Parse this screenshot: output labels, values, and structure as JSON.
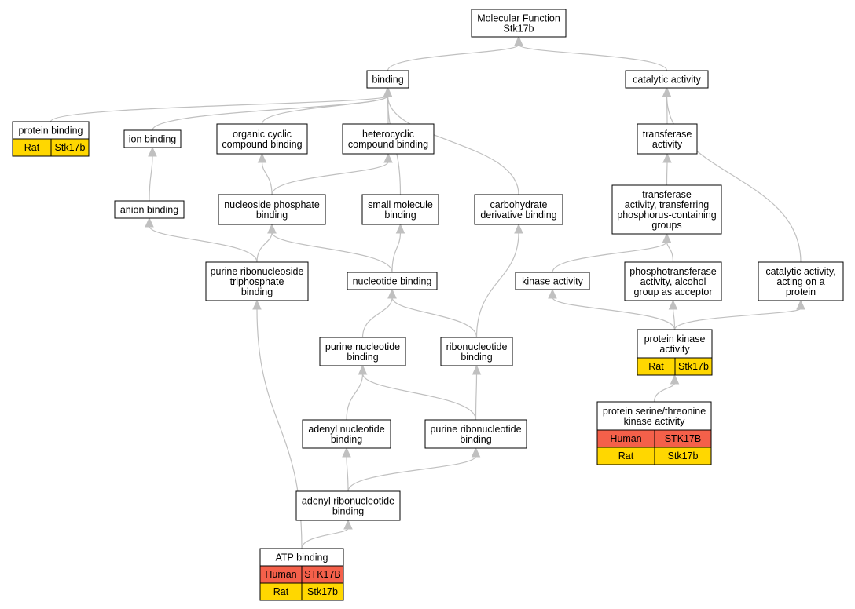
{
  "diagram": {
    "colors": {
      "edge": "#c0c0c0",
      "node_border": "#000000",
      "node_fill": "#ffffff",
      "human_fill": "#f4604a",
      "rat_fill": "#ffd700"
    },
    "nodes": [
      {
        "id": "molecular_function",
        "lines": [
          "Molecular Function",
          "Stk17b"
        ]
      },
      {
        "id": "binding",
        "lines": [
          "binding"
        ]
      },
      {
        "id": "catalytic_activity",
        "lines": [
          "catalytic activity"
        ]
      },
      {
        "id": "protein_binding",
        "lines": [
          "protein binding"
        ],
        "annotations": [
          {
            "species": "Rat",
            "gene": "Stk17b"
          }
        ]
      },
      {
        "id": "ion_binding",
        "lines": [
          "ion binding"
        ]
      },
      {
        "id": "organic_cyclic_compound_binding",
        "lines": [
          "organic cyclic",
          "compound binding"
        ]
      },
      {
        "id": "heterocyclic_compound_binding",
        "lines": [
          "heterocyclic",
          "compound binding"
        ]
      },
      {
        "id": "transferase_activity",
        "lines": [
          "transferase",
          "activity"
        ]
      },
      {
        "id": "anion_binding",
        "lines": [
          "anion binding"
        ]
      },
      {
        "id": "nucleoside_phosphate_binding",
        "lines": [
          "nucleoside phosphate",
          "binding"
        ]
      },
      {
        "id": "small_molecule_binding",
        "lines": [
          "small molecule",
          "binding"
        ]
      },
      {
        "id": "carbohydrate_derivative_binding",
        "lines": [
          "carbohydrate",
          "derivative binding"
        ]
      },
      {
        "id": "transferase_phosphorus",
        "lines": [
          "transferase",
          "activity, transferring",
          "phosphorus-containing",
          "groups"
        ]
      },
      {
        "id": "purine_ribonucleoside_triphosphate_binding",
        "lines": [
          "purine ribonucleoside",
          "triphosphate",
          "binding"
        ]
      },
      {
        "id": "nucleotide_binding",
        "lines": [
          "nucleotide binding"
        ]
      },
      {
        "id": "kinase_activity",
        "lines": [
          "kinase activity"
        ]
      },
      {
        "id": "phosphotransferase_alcohol",
        "lines": [
          "phosphotransferase",
          "activity, alcohol",
          "group as acceptor"
        ]
      },
      {
        "id": "catalytic_activity_protein",
        "lines": [
          "catalytic activity,",
          "acting on a",
          "protein"
        ]
      },
      {
        "id": "purine_nucleotide_binding",
        "lines": [
          "purine nucleotide",
          "binding"
        ]
      },
      {
        "id": "ribonucleotide_binding",
        "lines": [
          "ribonucleotide",
          "binding"
        ]
      },
      {
        "id": "protein_kinase_activity",
        "lines": [
          "protein kinase",
          "activity"
        ],
        "annotations": [
          {
            "species": "Rat",
            "gene": "Stk17b"
          }
        ]
      },
      {
        "id": "adenyl_nucleotide_binding",
        "lines": [
          "adenyl nucleotide",
          "binding"
        ]
      },
      {
        "id": "purine_ribonucleotide_binding",
        "lines": [
          "purine ribonucleotide",
          "binding"
        ]
      },
      {
        "id": "protein_serine_threonine_kinase_activity",
        "lines": [
          "protein serine/threonine",
          "kinase activity"
        ],
        "annotations": [
          {
            "species": "Human",
            "gene": "STK17B"
          },
          {
            "species": "Rat",
            "gene": "Stk17b"
          }
        ]
      },
      {
        "id": "adenyl_ribonucleotide_binding",
        "lines": [
          "adenyl ribonucleotide",
          "binding"
        ]
      },
      {
        "id": "atp_binding",
        "lines": [
          "ATP binding"
        ],
        "annotations": [
          {
            "species": "Human",
            "gene": "STK17B"
          },
          {
            "species": "Rat",
            "gene": "Stk17b"
          }
        ]
      }
    ],
    "edges": [
      {
        "from": "binding",
        "to": "molecular_function"
      },
      {
        "from": "catalytic_activity",
        "to": "molecular_function"
      },
      {
        "from": "protein_binding",
        "to": "binding"
      },
      {
        "from": "ion_binding",
        "to": "binding"
      },
      {
        "from": "organic_cyclic_compound_binding",
        "to": "binding"
      },
      {
        "from": "heterocyclic_compound_binding",
        "to": "binding"
      },
      {
        "from": "small_molecule_binding",
        "to": "binding"
      },
      {
        "from": "carbohydrate_derivative_binding",
        "to": "binding"
      },
      {
        "from": "transferase_activity",
        "to": "catalytic_activity"
      },
      {
        "from": "catalytic_activity_protein",
        "to": "catalytic_activity"
      },
      {
        "from": "anion_binding",
        "to": "ion_binding"
      },
      {
        "from": "nucleoside_phosphate_binding",
        "to": "organic_cyclic_compound_binding"
      },
      {
        "from": "nucleoside_phosphate_binding",
        "to": "heterocyclic_compound_binding"
      },
      {
        "from": "transferase_phosphorus",
        "to": "transferase_activity"
      },
      {
        "from": "purine_ribonucleoside_triphosphate_binding",
        "to": "anion_binding"
      },
      {
        "from": "purine_ribonucleoside_triphosphate_binding",
        "to": "nucleoside_phosphate_binding"
      },
      {
        "from": "nucleotide_binding",
        "to": "nucleoside_phosphate_binding"
      },
      {
        "from": "nucleotide_binding",
        "to": "small_molecule_binding"
      },
      {
        "from": "kinase_activity",
        "to": "transferase_phosphorus"
      },
      {
        "from": "phosphotransferase_alcohol",
        "to": "transferase_phosphorus"
      },
      {
        "from": "purine_nucleotide_binding",
        "to": "nucleotide_binding"
      },
      {
        "from": "ribonucleotide_binding",
        "to": "nucleotide_binding"
      },
      {
        "from": "ribonucleotide_binding",
        "to": "carbohydrate_derivative_binding"
      },
      {
        "from": "protein_kinase_activity",
        "to": "kinase_activity"
      },
      {
        "from": "protein_kinase_activity",
        "to": "phosphotransferase_alcohol"
      },
      {
        "from": "protein_kinase_activity",
        "to": "catalytic_activity_protein"
      },
      {
        "from": "adenyl_nucleotide_binding",
        "to": "purine_nucleotide_binding"
      },
      {
        "from": "purine_ribonucleotide_binding",
        "to": "purine_nucleotide_binding"
      },
      {
        "from": "purine_ribonucleotide_binding",
        "to": "ribonucleotide_binding"
      },
      {
        "from": "protein_serine_threonine_kinase_activity",
        "to": "protein_kinase_activity"
      },
      {
        "from": "adenyl_ribonucleotide_binding",
        "to": "adenyl_nucleotide_binding"
      },
      {
        "from": "adenyl_ribonucleotide_binding",
        "to": "purine_ribonucleotide_binding"
      },
      {
        "from": "atp_binding",
        "to": "purine_ribonucleoside_triphosphate_binding"
      },
      {
        "from": "atp_binding",
        "to": "adenyl_ribonucleotide_binding"
      }
    ]
  }
}
